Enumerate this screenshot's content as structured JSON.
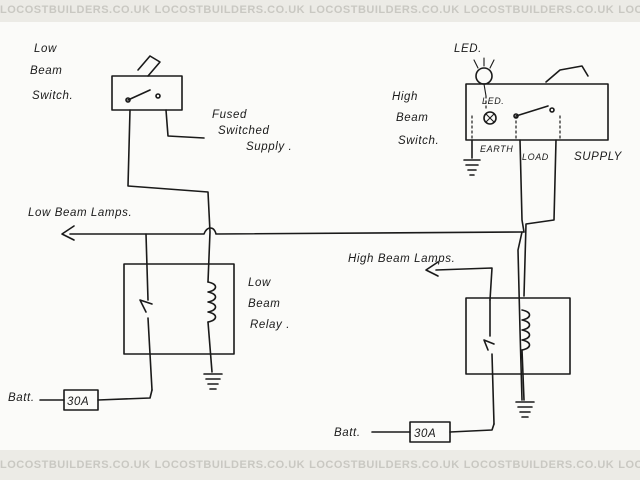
{
  "watermark": "LOCOSTBUILDERS.CO.UK",
  "labels": {
    "low_beam_switch": [
      "Low",
      "Beam",
      "Switch."
    ],
    "fused_supply": [
      "Fused",
      "Switched",
      "Supply ."
    ],
    "low_beam_lamps": "Low Beam Lamps.",
    "low_beam_relay": [
      "Low",
      "Beam",
      "Relay ."
    ],
    "batt_left": "Batt.",
    "fuse_left": "30A",
    "led": "LED.",
    "high_beam_switch": [
      "High",
      "Beam",
      "Switch."
    ],
    "led_inner": "LED.",
    "earth": "EARTH",
    "load": "LOAD",
    "supply": "SUPPLY",
    "high_beam_lamps": "High Beam Lamps.",
    "batt_right": "Batt.",
    "fuse_right": "30A"
  }
}
